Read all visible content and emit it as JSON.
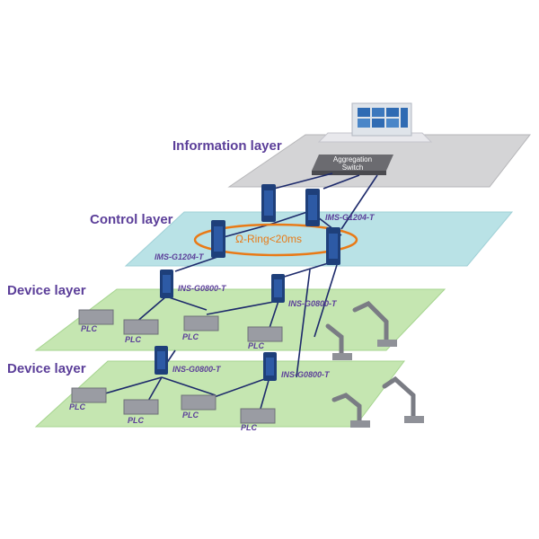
{
  "layers": {
    "information": "Information layer",
    "control": "Control layer",
    "device_1": "Device layer",
    "device_2": "Device layer"
  },
  "aggregation_switch": {
    "line1": "Aggregation",
    "line2": "Switch"
  },
  "ring_label": "Ω-Ring<20ms",
  "control_switches": {
    "left": "IMS-G1204-T",
    "right": "IMS-G1204-T"
  },
  "device_switches": {
    "upper_left": "INS-G0800-T",
    "upper_right": "INS-G0800-T",
    "lower_left": "INS-G0800-T",
    "lower_right": "INS-G0800-T"
  },
  "plc_label": "PLC",
  "colors": {
    "label": "#5b3e99",
    "info_plane": "#d4d4d6",
    "control_plane": "#b9e2e6",
    "device_plane": "#c5e6b1",
    "link": "#1d2a6b",
    "ring": "#e97a16"
  }
}
